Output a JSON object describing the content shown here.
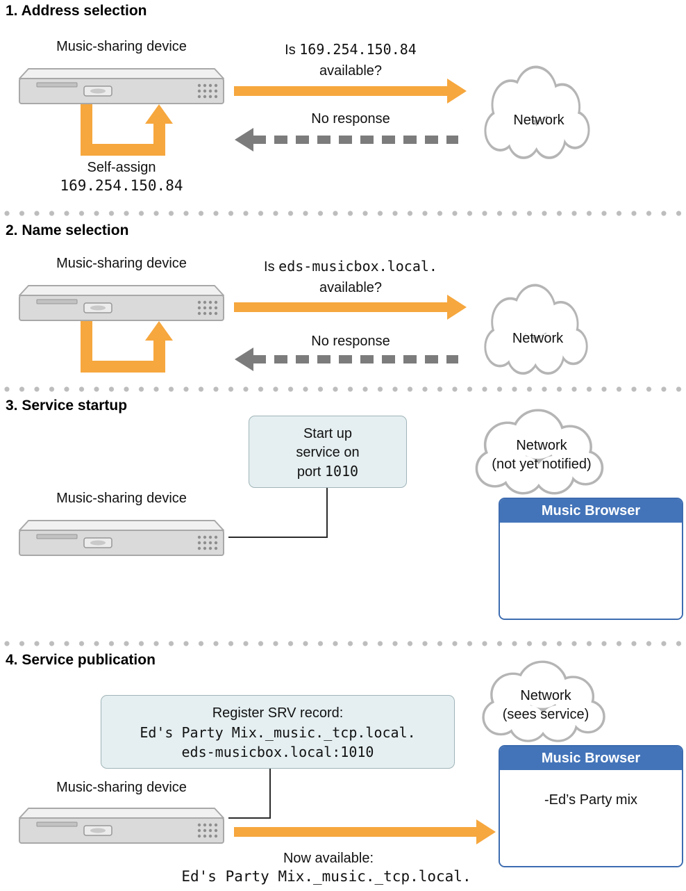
{
  "colors": {
    "orange": "#F6A73E",
    "arrow_gray": "#7C7C7C",
    "box_fill": "#E5EFF1",
    "box_border": "#9FB3B8",
    "browser_blue": "#4374B9",
    "browser_border": "#3D6CB0"
  },
  "s1": {
    "title": "1. Address selection",
    "device_label": "Music-sharing device",
    "query_prefix": "Is ",
    "query_value": "169.254.150.84",
    "query_suffix": "available?",
    "response": "No response",
    "cloud_label": "Network",
    "self_assign_label": "Self-assign",
    "self_assign_value": "169.254.150.84"
  },
  "s2": {
    "title": "2. Name selection",
    "device_label": "Music-sharing device",
    "query_prefix": "Is ",
    "query_value": "eds-musicbox.local.",
    "query_suffix": "available?",
    "response": "No response",
    "cloud_label": "Network"
  },
  "s3": {
    "title": "3. Service startup",
    "device_label": "Music-sharing device",
    "box_line1": "Start up",
    "box_line2": "service on",
    "box_line3_prefix": "port ",
    "box_line3_value": "1010",
    "cloud_label": "Network",
    "cloud_sublabel": "(not yet notified)",
    "browser_title": "Music Browser"
  },
  "s4": {
    "title": "4. Service publication",
    "device_label": "Music-sharing device",
    "cloud_label": "Network",
    "cloud_sublabel": "(sees service)",
    "box_line1": "Register SRV record:",
    "box_line2": "Ed's Party Mix._music._tcp.local.",
    "box_line3": "eds-musicbox.local:1010",
    "browser_title": "Music Browser",
    "browser_item": "-Ed’s Party mix",
    "available_label": "Now available:",
    "available_value": "Ed's Party Mix._music._tcp.local."
  }
}
